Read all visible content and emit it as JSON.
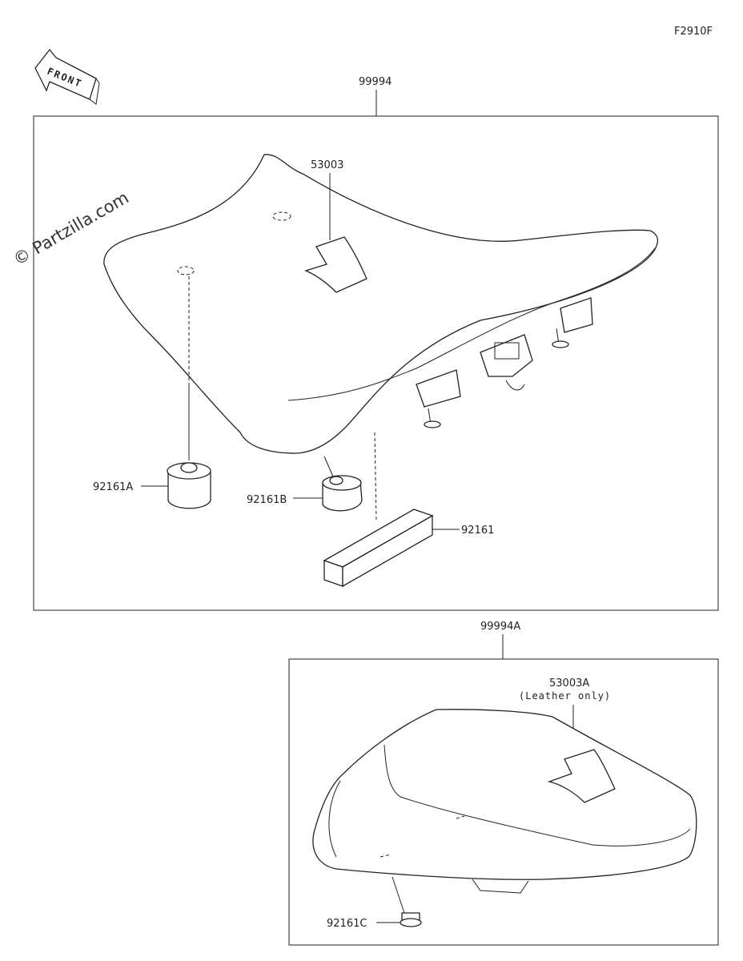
{
  "diagram": {
    "figure_code": "F2910F",
    "watermark": "© Partzilla.com",
    "front_label": "FRONT",
    "assemblies": [
      {
        "part_number": "99994",
        "parts": [
          "53003",
          "92161A",
          "92161B",
          "92161"
        ]
      },
      {
        "part_number": "99994A",
        "parts": [
          "53003A",
          "92161C"
        ],
        "note": "(Leather only)"
      }
    ]
  }
}
